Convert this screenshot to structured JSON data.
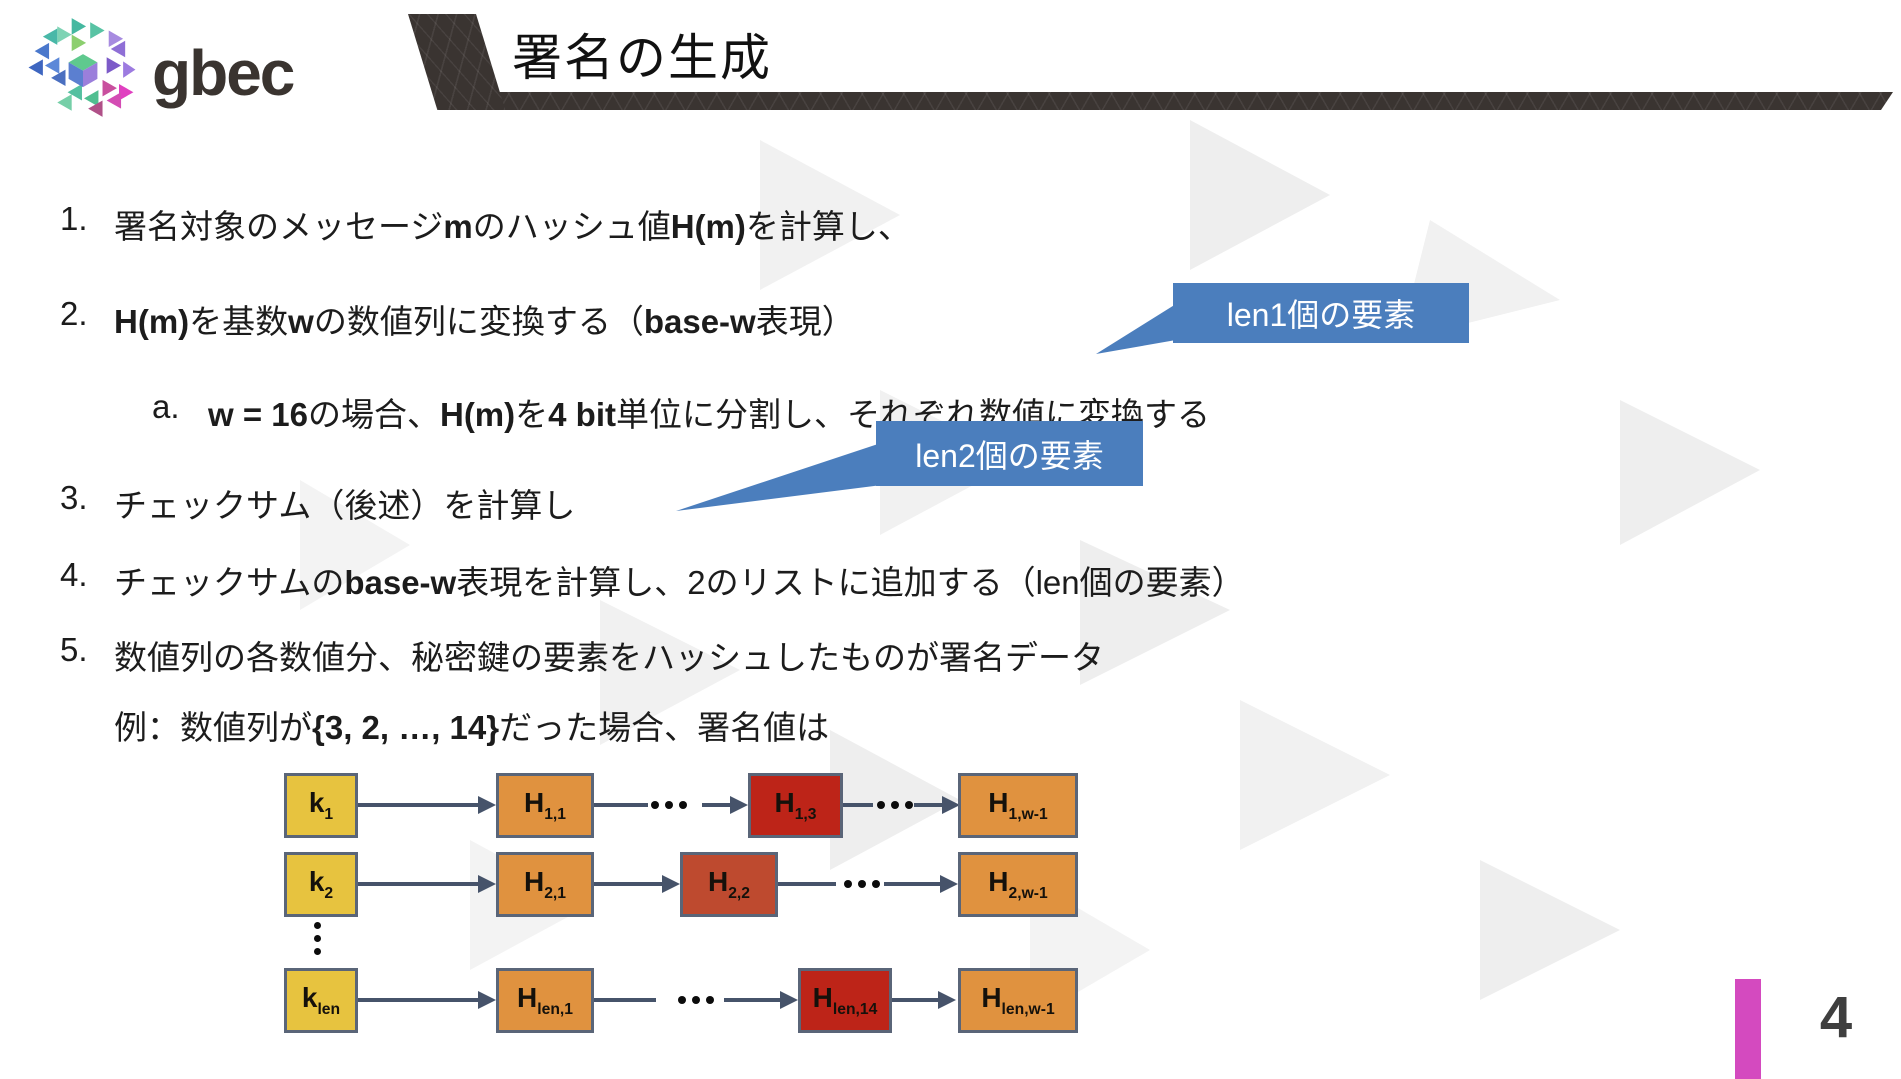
{
  "colors": {
    "banner": "#3a3431",
    "accent-blue": "#4b7ebd",
    "box-yellow": "#e7c33f",
    "box-orange": "#e0923f",
    "box-red": "#bd2418",
    "box-brick": "#be4a2f",
    "box-border": "#5a6578",
    "arrow": "#46536a",
    "page-pink": "#d44abf",
    "pagenum": "#3f3f3f"
  },
  "logo": {
    "wordmark": "gbec"
  },
  "header": {
    "title": "署名の生成"
  },
  "list": {
    "items": [
      {
        "marker": "1.",
        "segments": [
          {
            "t": "署名対象のメッセージ",
            "b": false
          },
          {
            "t": "m",
            "b": true
          },
          {
            "t": "のハッシュ値",
            "b": false
          },
          {
            "t": "H(m)",
            "b": true
          },
          {
            "t": "を計算し、",
            "b": false
          }
        ]
      },
      {
        "marker": "2.",
        "segments": [
          {
            "t": "H(m)",
            "b": true
          },
          {
            "t": "を基数",
            "b": false
          },
          {
            "t": "w",
            "b": true
          },
          {
            "t": "の数値列に変換する（",
            "b": false
          },
          {
            "t": "base-w",
            "b": true
          },
          {
            "t": "表現）",
            "b": false
          }
        ]
      },
      {
        "marker": "a.",
        "segments": [
          {
            "t": "w = 16",
            "b": true
          },
          {
            "t": "の場合、",
            "b": false
          },
          {
            "t": "H(m)",
            "b": true
          },
          {
            "t": "を",
            "b": false
          },
          {
            "t": "4 bit",
            "b": true
          },
          {
            "t": "単位に分割し、それぞれ数値に変換する",
            "b": false
          }
        ]
      },
      {
        "marker": "3.",
        "segments": [
          {
            "t": "チェックサム（後述）を計算し",
            "b": false
          }
        ]
      },
      {
        "marker": "4.",
        "segments": [
          {
            "t": "チェックサムの",
            "b": false
          },
          {
            "t": "base-w",
            "b": true
          },
          {
            "t": "表現を計算し、2のリストに追加する（len個の要素）",
            "b": false
          }
        ]
      },
      {
        "marker": "5.",
        "segments": [
          {
            "t": "数値列の各数値分、秘密鍵の要素をハッシュしたものが署名データ",
            "b": false
          }
        ]
      },
      {
        "marker": "",
        "segments": [
          {
            "t": "例：数値列が",
            "b": false
          },
          {
            "t": "{3, 2, …, 14}",
            "b": true
          },
          {
            "t": "だった場合、署名値は",
            "b": false
          }
        ]
      }
    ]
  },
  "callouts": [
    {
      "text": "len1個の要素"
    },
    {
      "text": "len2個の要素"
    }
  ],
  "diagram": {
    "rows": [
      {
        "boxes": [
          {
            "base": "k",
            "sub": "1"
          },
          {
            "base": "H",
            "sub": "1,1"
          },
          {
            "base": "H",
            "sub": "1,3"
          },
          {
            "base": "H",
            "sub": "1,w-1"
          }
        ]
      },
      {
        "boxes": [
          {
            "base": "k",
            "sub": "2"
          },
          {
            "base": "H",
            "sub": "2,1"
          },
          {
            "base": "H",
            "sub": "2,2"
          },
          {
            "base": "H",
            "sub": "2,w-1"
          }
        ]
      },
      {
        "boxes": [
          {
            "base": "k",
            "sub": "len"
          },
          {
            "base": "H",
            "sub": "len,1"
          },
          {
            "base": "H",
            "sub": "len,14"
          },
          {
            "base": "H",
            "sub": "len,w-1"
          }
        ]
      }
    ]
  },
  "footer": {
    "page_number": "4"
  }
}
